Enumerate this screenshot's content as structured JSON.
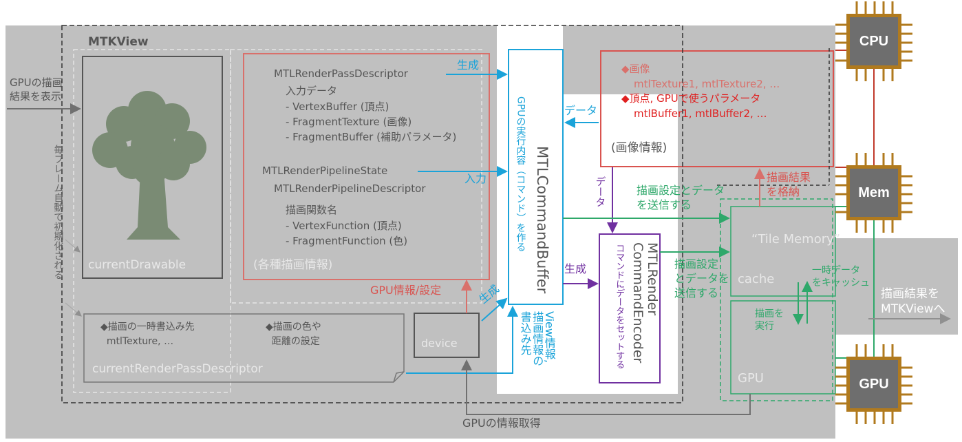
{
  "mtkview": {
    "title": "MTKView",
    "gpu_display": "GPUの描画\n結果を表示",
    "auto_init": "毎フレーム自動で初期化される",
    "current_drawable": "currentDrawable",
    "rpd_left": "◆描画の一時書込み先\n  mtlTexture, …",
    "rpd_right": "◆描画の色や\n  距離の設定",
    "current_rpd": "currentRenderPassDescriptor",
    "device": "device"
  },
  "render_info": {
    "lines": [
      "MTLRenderPassDescriptor",
      "入力データ",
      "- VertexBuffer (頂点)",
      "- FragmentTexture (画像)",
      "- FragmentBuffer (補助パラメータ)",
      "MTLRenderPipelineState",
      "MTLRenderPipelineDescriptor",
      "描画関数名",
      "- VertexFunction (頂点)",
      "- FragmentFunction (色)"
    ],
    "caption": "(各種描画情報)"
  },
  "labels": {
    "seisei1": "生成",
    "nyuryoku": "入力",
    "seisei2": "生成",
    "seisei3": "生成",
    "gpu_info_setting": "GPU情報/設定",
    "view_info": "View情報,\n描画情報の\n書込み先",
    "gpu_info_get": "GPUの情報取得",
    "data1": "データ",
    "data2": "データ",
    "send1": "描画設定とデータ\nを送信する",
    "send2": "描画設定\nとデータを\n送信する",
    "store": "描画結果\nを格納",
    "to_mtkview": "描画結果を\nMTKViewへ",
    "temp_cache": "一時データ\nをキャッシュ",
    "exec": "描画を\n実行"
  },
  "command_buffer": {
    "subtitle": "GPUの実行内容（コマンド）を作る",
    "title": "MTLCommandBuffer"
  },
  "encoder": {
    "subtitle": "コマンドにデータをセットする",
    "title": "MTLRender\nCommandEncoder"
  },
  "image_info": {
    "line1": "◆画像",
    "line2": "mtlTexture1,  mtlTexture2,  …",
    "line3": "◆頂点, GPUで使うパラメータ",
    "line4": "mtlBuffer1,  mtlBuffer2,  …",
    "caption": "(画像情報)"
  },
  "gpu_area": {
    "tile_memory": "“Tile Memory”",
    "cache": "cache",
    "gpu": "GPU"
  },
  "chips": {
    "cpu": "CPU",
    "mem": "Mem",
    "gpu": "GPU"
  },
  "colors": {
    "gray_bg": "#c0c0c0",
    "red": "#d9706b",
    "blue": "#1aa3d9",
    "purple": "#7030a0",
    "green": "#2ea86a",
    "chip_gold": "#b07a1e",
    "chip_body": "#6e6e6e"
  }
}
